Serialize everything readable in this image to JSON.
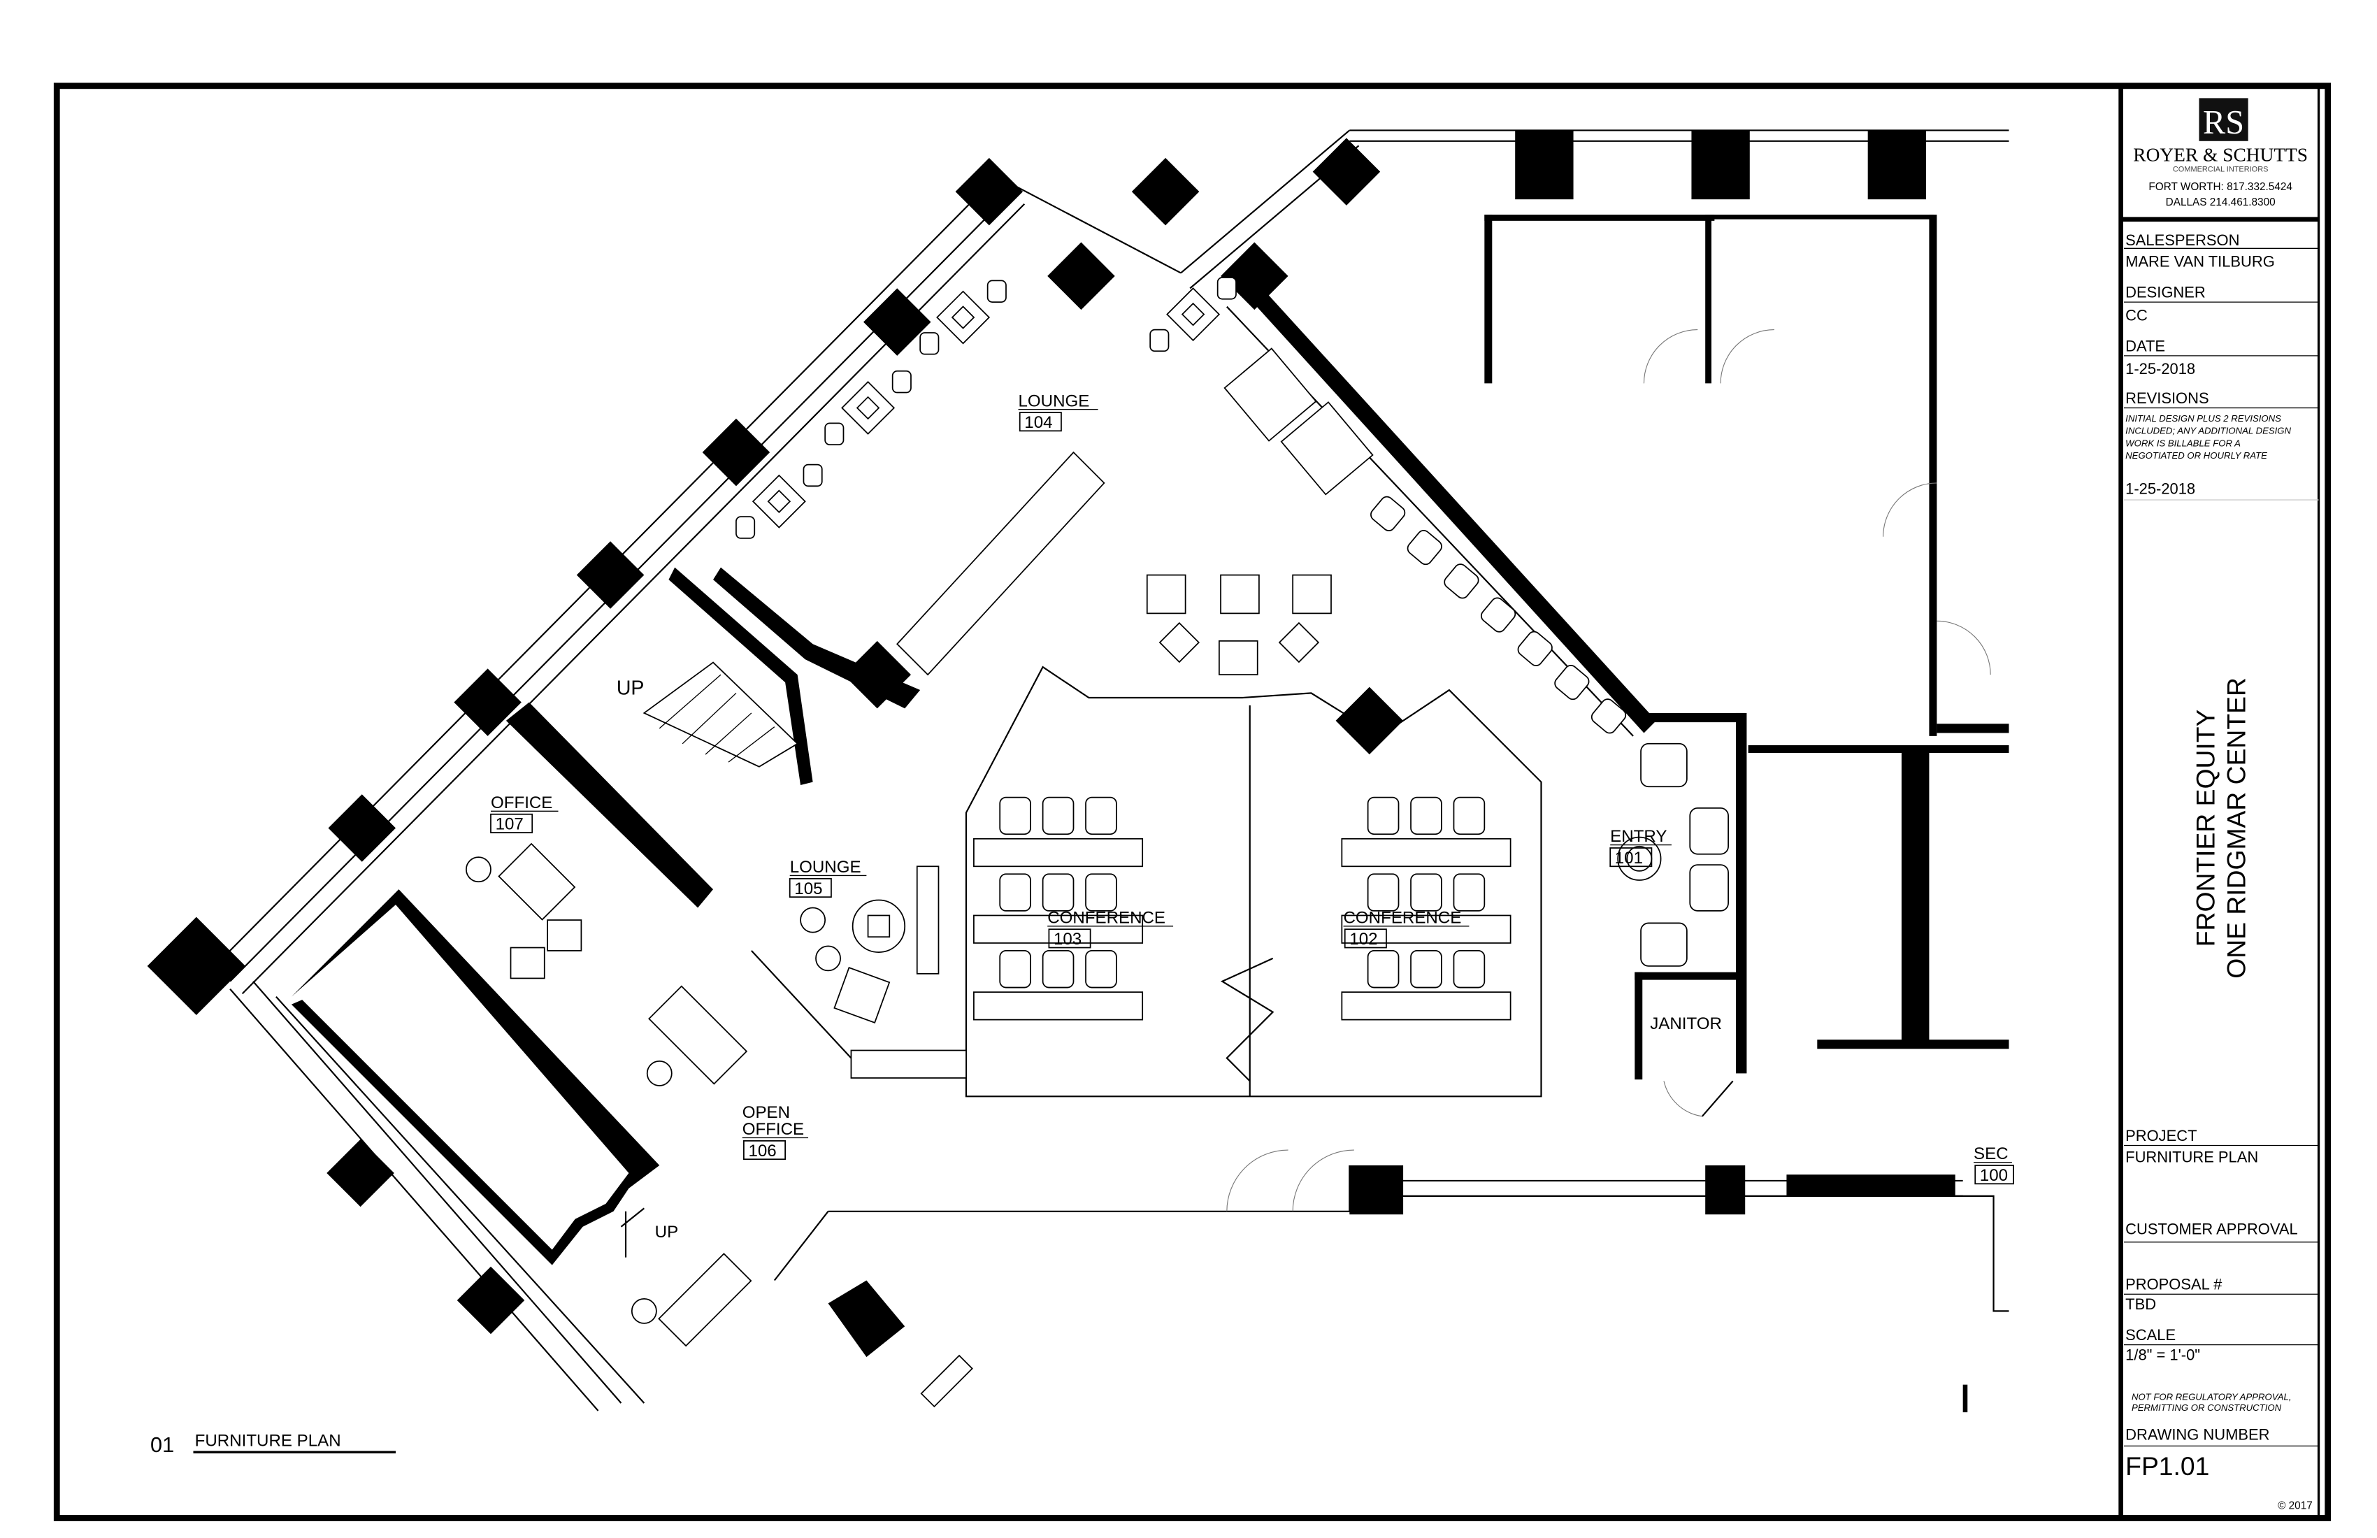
{
  "logo": {
    "monogram": "RS",
    "company": "ROYER & SCHUTTS",
    "tagline": "COMMERCIAL INTERIORS"
  },
  "contact": {
    "fort_worth": "FORT WORTH: 817.332.5424",
    "dallas": "DALLAS 214.461.8300"
  },
  "title_block": {
    "salesperson_label": "SALESPERSON",
    "salesperson": "MARE VAN TILBURG",
    "designer_label": "DESIGNER",
    "designer": "CC",
    "date_label": "DATE",
    "date": "1-25-2018",
    "revisions_label": "REVISIONS",
    "revisions_note": [
      "INITIAL DESIGN PLUS 2 REVISIONS",
      "INCLUDED; ANY ADDITIONAL DESIGN",
      "WORK IS BILLABLE FOR A",
      "NEGOTIATED OR HOURLY RATE"
    ],
    "revision_date": "1-25-2018",
    "client": "FRONTIER EQUITY",
    "location": "ONE RIDGMAR CENTER",
    "project_label": "PROJECT",
    "project": "FURNITURE PLAN",
    "approval_label": "CUSTOMER APPROVAL",
    "proposal_label": "PROPOSAL #",
    "proposal": "TBD",
    "scale_label": "SCALE",
    "scale": "1/8\" = 1'-0\"",
    "disclaimer": [
      "NOT FOR REGULATORY APPROVAL,",
      "PERMITTING OR CONSTRUCTION"
    ],
    "drawing_number_label": "DRAWING NUMBER",
    "drawing_number": "FP1.01",
    "copyright": "© 2017"
  },
  "drawing": {
    "number": "01",
    "title": "FURNITURE PLAN"
  },
  "rooms": {
    "lounge_104": {
      "name": "LOUNGE",
      "number": "104"
    },
    "office_107": {
      "name": "OFFICE",
      "number": "107"
    },
    "lounge_105": {
      "name": "LOUNGE",
      "number": "105"
    },
    "conference_103": {
      "name": "CONFERENCE",
      "number": "103"
    },
    "conference_102": {
      "name": "CONFERENCE",
      "number": "102"
    },
    "entry_101": {
      "name": "ENTRY",
      "number": "101"
    },
    "janitor": {
      "name": "JANITOR"
    },
    "open_office_106": {
      "name1": "OPEN",
      "name2": "OFFICE",
      "number": "106"
    },
    "sec_100": {
      "name": "SEC",
      "number": "100"
    }
  },
  "stairs": {
    "up1": "UP",
    "up2": "UP"
  }
}
